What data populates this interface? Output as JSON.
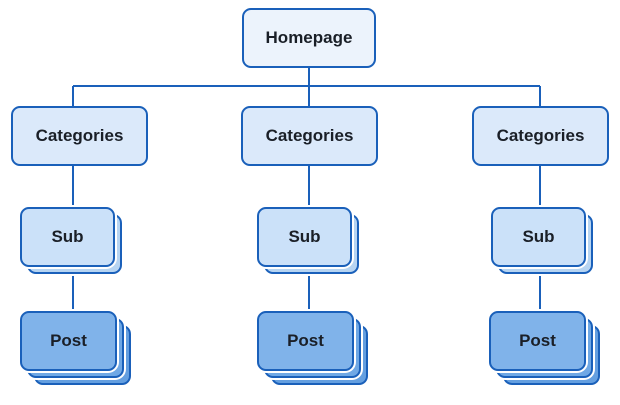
{
  "diagram": {
    "type": "sitemap-hierarchy",
    "root": {
      "label": "Homepage"
    },
    "columns": [
      {
        "category": {
          "label": "Categories"
        },
        "sub": {
          "label": "Sub",
          "stack_count": 2
        },
        "post": {
          "label": "Post",
          "stack_count": 3
        }
      },
      {
        "category": {
          "label": "Categories"
        },
        "sub": {
          "label": "Sub",
          "stack_count": 2
        },
        "post": {
          "label": "Post",
          "stack_count": 3
        }
      },
      {
        "category": {
          "label": "Categories"
        },
        "sub": {
          "label": "Sub",
          "stack_count": 2
        },
        "post": {
          "label": "Post",
          "stack_count": 3
        }
      }
    ]
  },
  "colors": {
    "border": "#1a60ba",
    "line": "#1a60ba",
    "text": "#1a1f27",
    "fill_root": "#ecf3fc",
    "fill_category": "#dbe9fa",
    "fill_sub": "#cbe1f9",
    "fill_sub_back": "#b6d4f2",
    "fill_post": "#80b3ea",
    "fill_post_back1": "#6fa8e5",
    "fill_post_back2": "#649fe0"
  }
}
